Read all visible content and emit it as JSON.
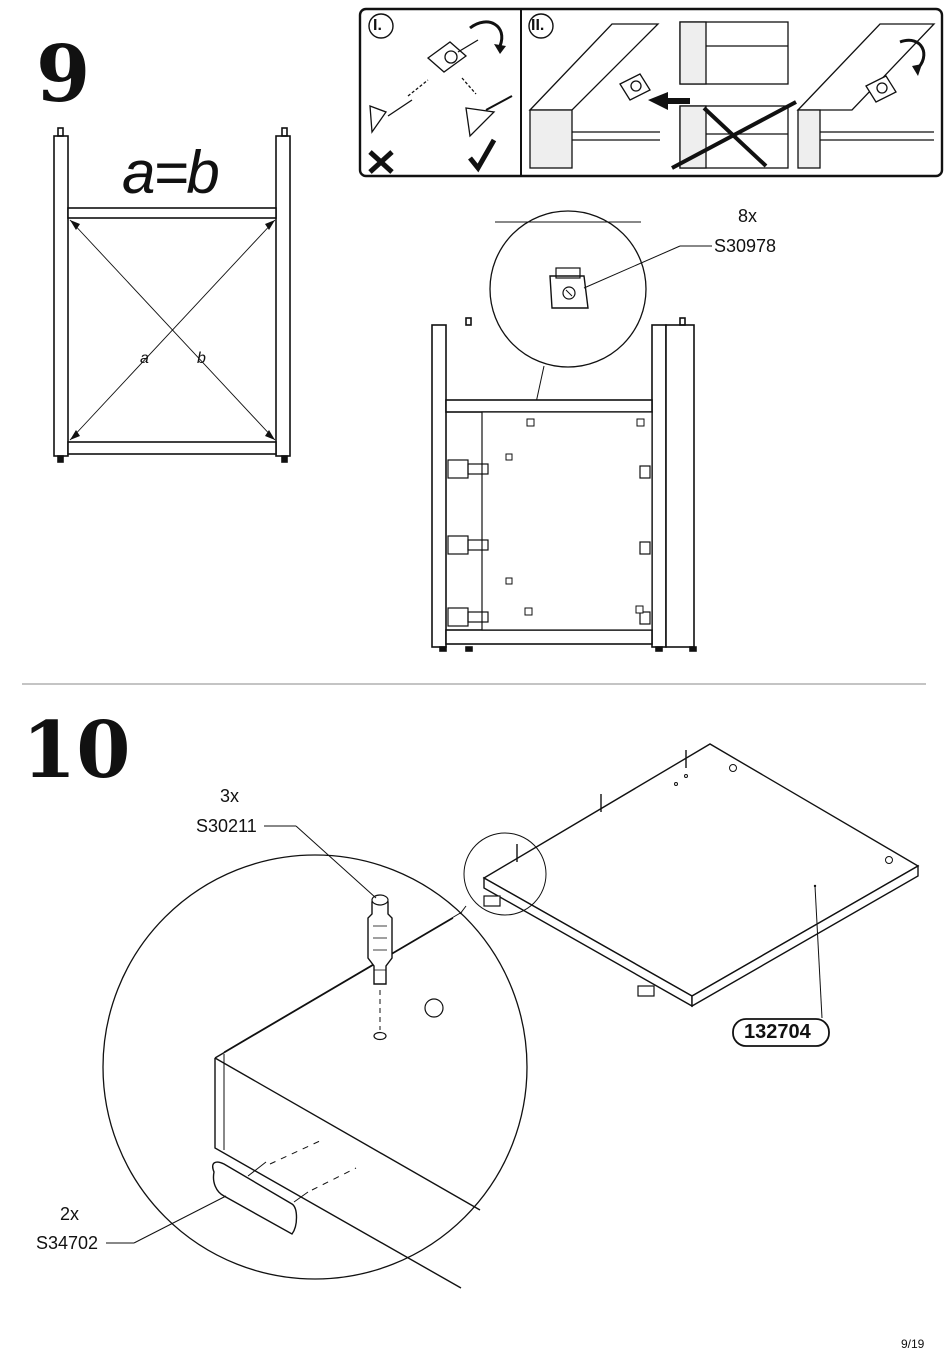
{
  "step9": {
    "number": "9",
    "equation": "a=b",
    "diag_a": "a",
    "diag_b": "b",
    "panel_i": "I.",
    "panel_ii": "II.",
    "part": {
      "qty": "8x",
      "code": "S30978"
    }
  },
  "step10": {
    "number": "10",
    "part_dowel": {
      "qty": "3x",
      "code": "S30211"
    },
    "part_cap": {
      "qty": "2x",
      "code": "S34702"
    },
    "board_code": "132704"
  },
  "footer": {
    "page": "9/19"
  }
}
